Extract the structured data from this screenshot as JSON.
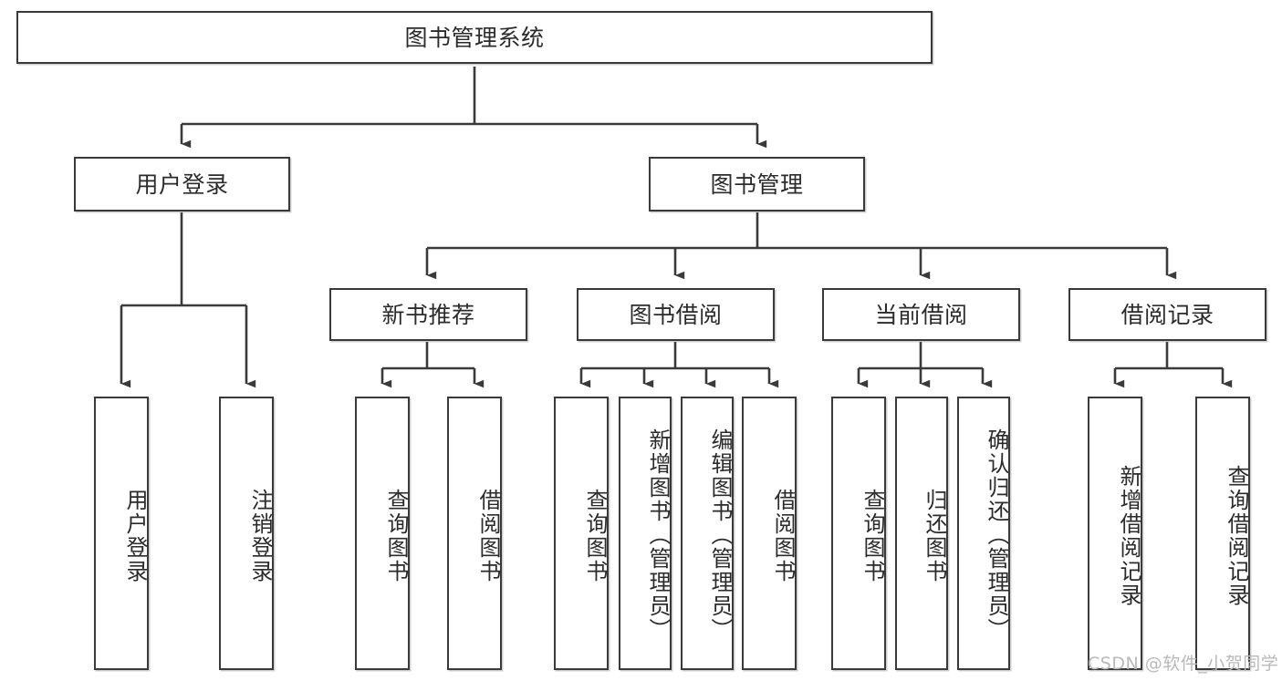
{
  "diagram": {
    "type": "tree-hierarchy",
    "title": "图书管理系统",
    "background_color": "#ffffff",
    "line_color": "#3a3a3a",
    "text_color": "#2b2b2b",
    "levels": 4,
    "root": {
      "label": "图书管理系统",
      "children": [
        {
          "label": "用户登录",
          "children": [
            {
              "label": "用户登录"
            },
            {
              "label": "注销登录"
            }
          ]
        },
        {
          "label": "图书管理",
          "children": [
            {
              "label": "新书推荐",
              "children": [
                {
                  "label": "查询图书"
                },
                {
                  "label": "借阅图书"
                }
              ]
            },
            {
              "label": "图书借阅",
              "children": [
                {
                  "label": "查询图书"
                },
                {
                  "label": "新增图书（管理员）"
                },
                {
                  "label": "编辑图书（管理员）"
                },
                {
                  "label": "借阅图书"
                }
              ]
            },
            {
              "label": "当前借阅",
              "children": [
                {
                  "label": "查询图书"
                },
                {
                  "label": "归还图书"
                },
                {
                  "label": "确认归还（管理员）"
                }
              ]
            },
            {
              "label": "借阅记录",
              "children": [
                {
                  "label": "新增借阅记录"
                },
                {
                  "label": "查询借阅记录"
                }
              ]
            }
          ]
        }
      ]
    },
    "nodes": {
      "root": "图书管理系统",
      "l2_user_login": "用户登录",
      "l2_book_mgmt": "图书管理",
      "l3_new_books": "新书推荐",
      "l3_borrow": "图书借阅",
      "l3_current": "当前借阅",
      "l3_records": "借阅记录",
      "leaf_user_login": "用户登录",
      "leaf_logout": "注销登录",
      "leaf_nb_query": "查询图书",
      "leaf_nb_borrow": "借阅图书",
      "leaf_bb_query": "查询图书",
      "leaf_bb_add": "新增图书（管理员）",
      "leaf_bb_edit": "编辑图书（管理员）",
      "leaf_bb_borrow": "借阅图书",
      "leaf_cb_query": "查询图书",
      "leaf_cb_return": "归还图书",
      "leaf_cb_confirm": "确认归还（管理员）",
      "leaf_rec_add": "新增借阅记录",
      "leaf_rec_query": "查询借阅记录"
    }
  },
  "watermark": {
    "text": "CSDN @软件_小贺同学"
  }
}
